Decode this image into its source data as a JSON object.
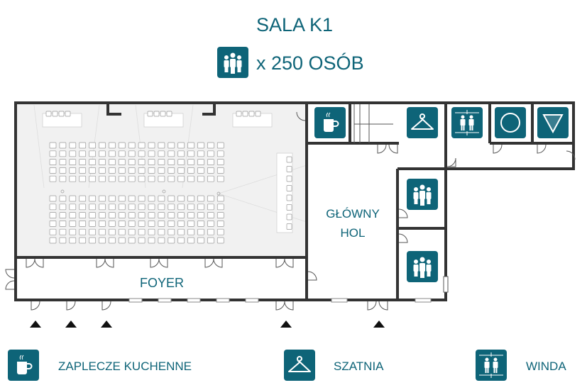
{
  "title": "SALA K1",
  "capacity": {
    "icon": "people-icon",
    "text": "x 250 OSÓB"
  },
  "rooms": {
    "foyer": "FOYER",
    "hall_line1": "GŁÓWNY",
    "hall_line2": "HOL"
  },
  "seating": {
    "top_rows": 5,
    "bottom_rows": 6,
    "columns": 18
  },
  "legend": [
    {
      "icon": "coffee-icon",
      "label": "ZAPLECZE KUCHENNE"
    },
    {
      "icon": "hanger-icon",
      "label": "SZATNIA"
    },
    {
      "icon": "elevator-icon",
      "label": "WINDA"
    }
  ],
  "colors": {
    "accent": "#0e6478",
    "wall": "#333333",
    "hall_fill": "#f1f1f1"
  }
}
